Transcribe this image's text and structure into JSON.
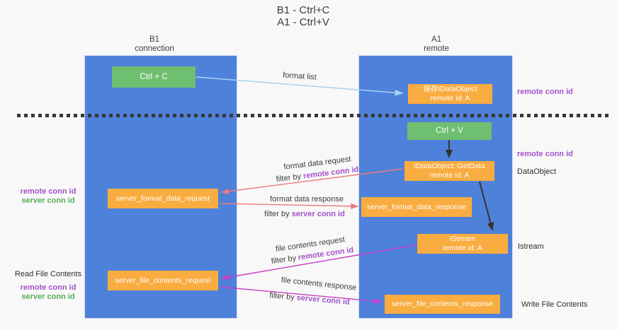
{
  "colors": {
    "lane_blue": "#4e81d9",
    "node_orange": "#f9ac40",
    "node_green": "#6fbf70",
    "arrow_blue": "#a6d2f2",
    "arrow_red": "#e97c7c",
    "arrow_magenta": "#c93dc9",
    "arrow_black": "#333333",
    "text_purple": "#a351cb",
    "text_green": "#55ae57"
  },
  "title": {
    "line1": "B1 - Ctrl+C",
    "line2": "A1 - Ctrl+V"
  },
  "lanes": {
    "b1": {
      "name": "B1",
      "role": "connection"
    },
    "a1": {
      "name": "A1",
      "role": "remote"
    }
  },
  "nodes": {
    "ctrl_c": {
      "label": "Ctrl + C"
    },
    "ctrl_v": {
      "label": "Ctrl + V"
    },
    "save_dataobject": {
      "line1": "保存IDataObject",
      "line2": "remote id: A"
    },
    "getdata": {
      "line1": "IDataObject::GetData",
      "line2": "remote id: A"
    },
    "istream": {
      "line1": "IStream",
      "line2": "remote id: A"
    },
    "format_request": {
      "label": "server_format_data_request"
    },
    "format_response": {
      "label": "server_format_data_response"
    },
    "file_request": {
      "label": "server_file_contents_request"
    },
    "file_response": {
      "label": "server_file_contents_response"
    }
  },
  "edge_labels": {
    "format_list": "format list",
    "format_data_request": "format data request",
    "format_data_response": "format data response",
    "file_contents_request": "file contents request",
    "file_contents_response": "file contents response",
    "filter_by": "filter by",
    "remote_conn_id": "remote conn id",
    "server_conn_id": "server conn id"
  },
  "side_labels": {
    "right_top_remote_conn_id": "remote conn id",
    "right_mid_remote_conn_id": "remote conn id",
    "dataobject": "DataObject",
    "istream": "Istream",
    "write_file_contents": "Write File Contents",
    "left1_remote_conn_id": "remote conn id",
    "left1_server_conn_id": "server conn id",
    "read_file_contents": "Read File Contents",
    "left2_remote_conn_id": "remote conn id",
    "left2_server_conn_id": "server conn id"
  }
}
